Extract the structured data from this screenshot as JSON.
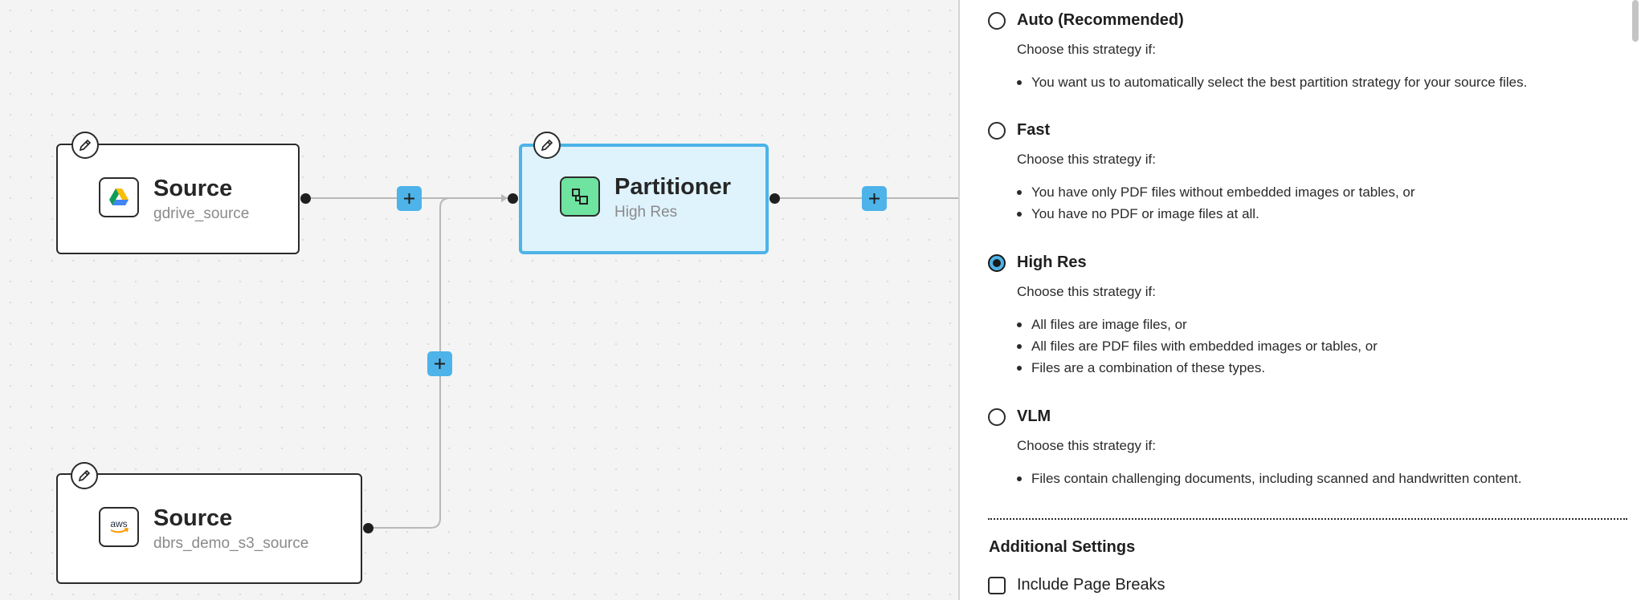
{
  "canvas": {
    "nodes": [
      {
        "title": "Source",
        "subtitle": "gdrive_source",
        "icon": "google-drive-icon"
      },
      {
        "title": "Partitioner",
        "subtitle": "High Res",
        "icon": "partition-icon",
        "selected": true
      },
      {
        "title": "Source",
        "subtitle": "dbrs_demo_s3_source",
        "icon": "aws-icon",
        "icon_text": "aws"
      }
    ],
    "add_buttons": [
      {
        "icon": "plus-icon",
        "label": "+"
      },
      {
        "icon": "plus-icon",
        "label": "+"
      },
      {
        "icon": "plus-icon",
        "label": "+"
      }
    ],
    "colors": {
      "accent": "#4db3e8",
      "selected_fill": "#dff3fd",
      "partitioner_icon_fill": "#6fe3a0"
    }
  },
  "panel": {
    "strategies": [
      {
        "label": "Auto (Recommended)",
        "selected": false,
        "choose_text": "Choose this strategy if:",
        "bullets": [
          "You want us to automatically select the best partition strategy for your source files."
        ]
      },
      {
        "label": "Fast",
        "selected": false,
        "choose_text": "Choose this strategy if:",
        "bullets": [
          "You have only PDF files without embedded images or tables, or",
          "You have no PDF or image files at all."
        ]
      },
      {
        "label": "High Res",
        "selected": true,
        "choose_text": "Choose this strategy if:",
        "bullets": [
          "All files are image files, or",
          "All files are PDF files with embedded images or tables, or",
          "Files are a combination of these types."
        ]
      },
      {
        "label": "VLM",
        "selected": false,
        "choose_text": "Choose this strategy if:",
        "bullets": [
          "Files contain challenging documents, including scanned and handwritten content."
        ]
      }
    ],
    "additional_settings": {
      "title": "Additional Settings",
      "include_page_breaks": {
        "label": "Include Page Breaks",
        "checked": false
      }
    }
  }
}
